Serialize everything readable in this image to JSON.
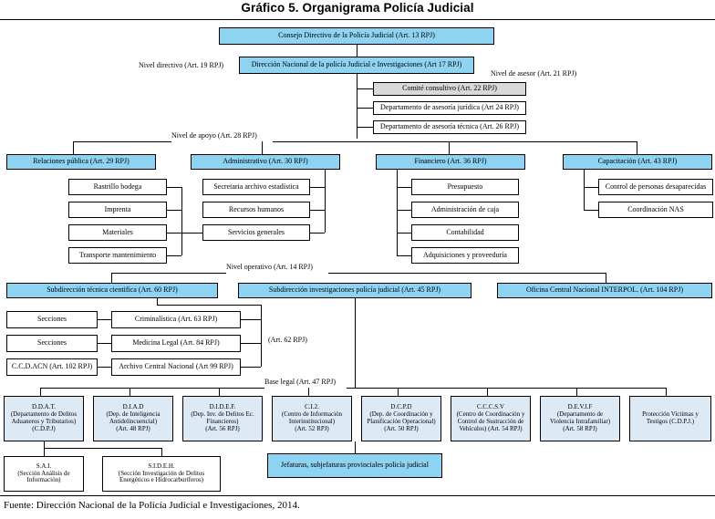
{
  "title": "Gráfico 5. Organigrama Policía Judicial",
  "footer": "Fuente: Dirección Nacional de la Policía Judicial e Investigaciones, 2014.",
  "colors": {
    "primary_box": "#8ed3f1",
    "advisor_box": "#d9d9d9",
    "department_box": "#ddeaf6",
    "line": "#000000",
    "background": "#ffffff"
  },
  "level_labels": {
    "directivo": "Nivel directivo (Art. 19 RPJ)",
    "asesor": "Nivel de asesor (Art. 21 RPJ)",
    "apoyo": "Nivel de apoyo (Art. 28 RPJ)",
    "operativo": "Nivel operativo (Art. 14 RPJ)",
    "art62": "(Art. 62 RPJ)",
    "base_legal": "Base legal (Art. 47 RPJ)"
  },
  "top": {
    "consejo": "Consejo Directivo de la Policía Judicial (Art. 13 RPJ)",
    "direccion": "Dirección Nacional de la policía Judicial e Investigaciones (Art 17 RPJ)"
  },
  "asesores": [
    "Comité consultivo (Art. 22 RPJ)",
    "Departamento de asesoría jurídica (Art 24 RPJ)",
    "Departamento de asesoría técnica (Art. 26 RPJ)"
  ],
  "apoyo": [
    {
      "head": "Relaciones pública (Art. 29 RPJ)",
      "children": [
        "Rastrillo bodega",
        "Imprenta",
        "Materiales",
        "Transporte mantenimiento"
      ]
    },
    {
      "head": "Administrativo (Art. 30 RPJ)",
      "children": [
        "Secretaria archivo estadística",
        "Recursos humanos",
        "Servicios generales"
      ]
    },
    {
      "head": "Financiero (Art. 36 RPJ)",
      "children": [
        "Presupuesto",
        "Administración de caja",
        "Contabilidad",
        "Adquisiciones y proveeduría"
      ]
    },
    {
      "head": "Capacitación (Art. 43 RPJ)",
      "children": [
        "Control de personas desaparecidas",
        "Coordinación NAS"
      ]
    }
  ],
  "operativo": {
    "heads": [
      "Subdirección técnica cientifica (Art. 60 RPJ)",
      "Subdirección investigaciones policía judicial (Art. 45 RPJ)",
      "Oficina Central Nacional INTERPOL. (Art. 104 RPJ)"
    ],
    "tecnica_rows": [
      {
        "left": "Secciones",
        "right": "Criminalística (Art. 63 RPJ)"
      },
      {
        "left": "Secciones",
        "right": "Medicina Legal (Art. 84 RPJ)"
      },
      {
        "left": "C.C.D.ACN (Art. 102 RPJ)",
        "right": "Archivo Central Nacional (Art 99 RPJ)"
      }
    ]
  },
  "departamentos": [
    {
      "acronym": "D.D.A.T.",
      "lines": [
        "(Departamento de Delitos",
        "Aduaneros y Tributarios)",
        "(C.D.P.J)"
      ]
    },
    {
      "acronym": "D.I.A.D",
      "lines": [
        "(Dep. de Inteligencia",
        "Antidelincuencial)",
        "(Art. 48 RPJ)"
      ]
    },
    {
      "acronym": "D.I.D.E.F.",
      "lines": [
        "(Dep. Inv. de Delitos Ec.",
        "Financieros)",
        "(Art. 56 RPJ)"
      ]
    },
    {
      "acronym": "C.I.2.",
      "lines": [
        "(Centro de Información",
        "Interinstitucional)",
        "(Art. 52 RPJ)"
      ]
    },
    {
      "acronym": "D.C.P.D",
      "lines": [
        "(Dep. de Coordinación y",
        "Planificación Operacional)",
        "(Art. 50 RPJ)"
      ]
    },
    {
      "acronym": "C.C.C.S.V",
      "lines": [
        "(Centro de Coordinación y",
        "Control de Sustracción de",
        "Vehículos) (Art. 54 RPJ)"
      ]
    },
    {
      "acronym": "D.E.V.I.F",
      "lines": [
        "(Departamento de",
        "Violencia Intrafamiliar)",
        "(Art. 58 RPJ)"
      ]
    },
    {
      "acronym": "",
      "lines": [
        "Protección Victimas y",
        "Testigos (C.D.P.J.)"
      ]
    }
  ],
  "secciones": [
    {
      "acronym": "S.A.I.",
      "lines": [
        "(Sección Análisis de",
        "Información)"
      ]
    },
    {
      "acronym": "S.I.D.E.H.",
      "lines": [
        "(Sección Investigación de Delitos",
        "Energéticos e Hidrocarburíferos)"
      ]
    }
  ],
  "jefaturas": "Jefaturas, subjefaturas provinciales policía judicial"
}
